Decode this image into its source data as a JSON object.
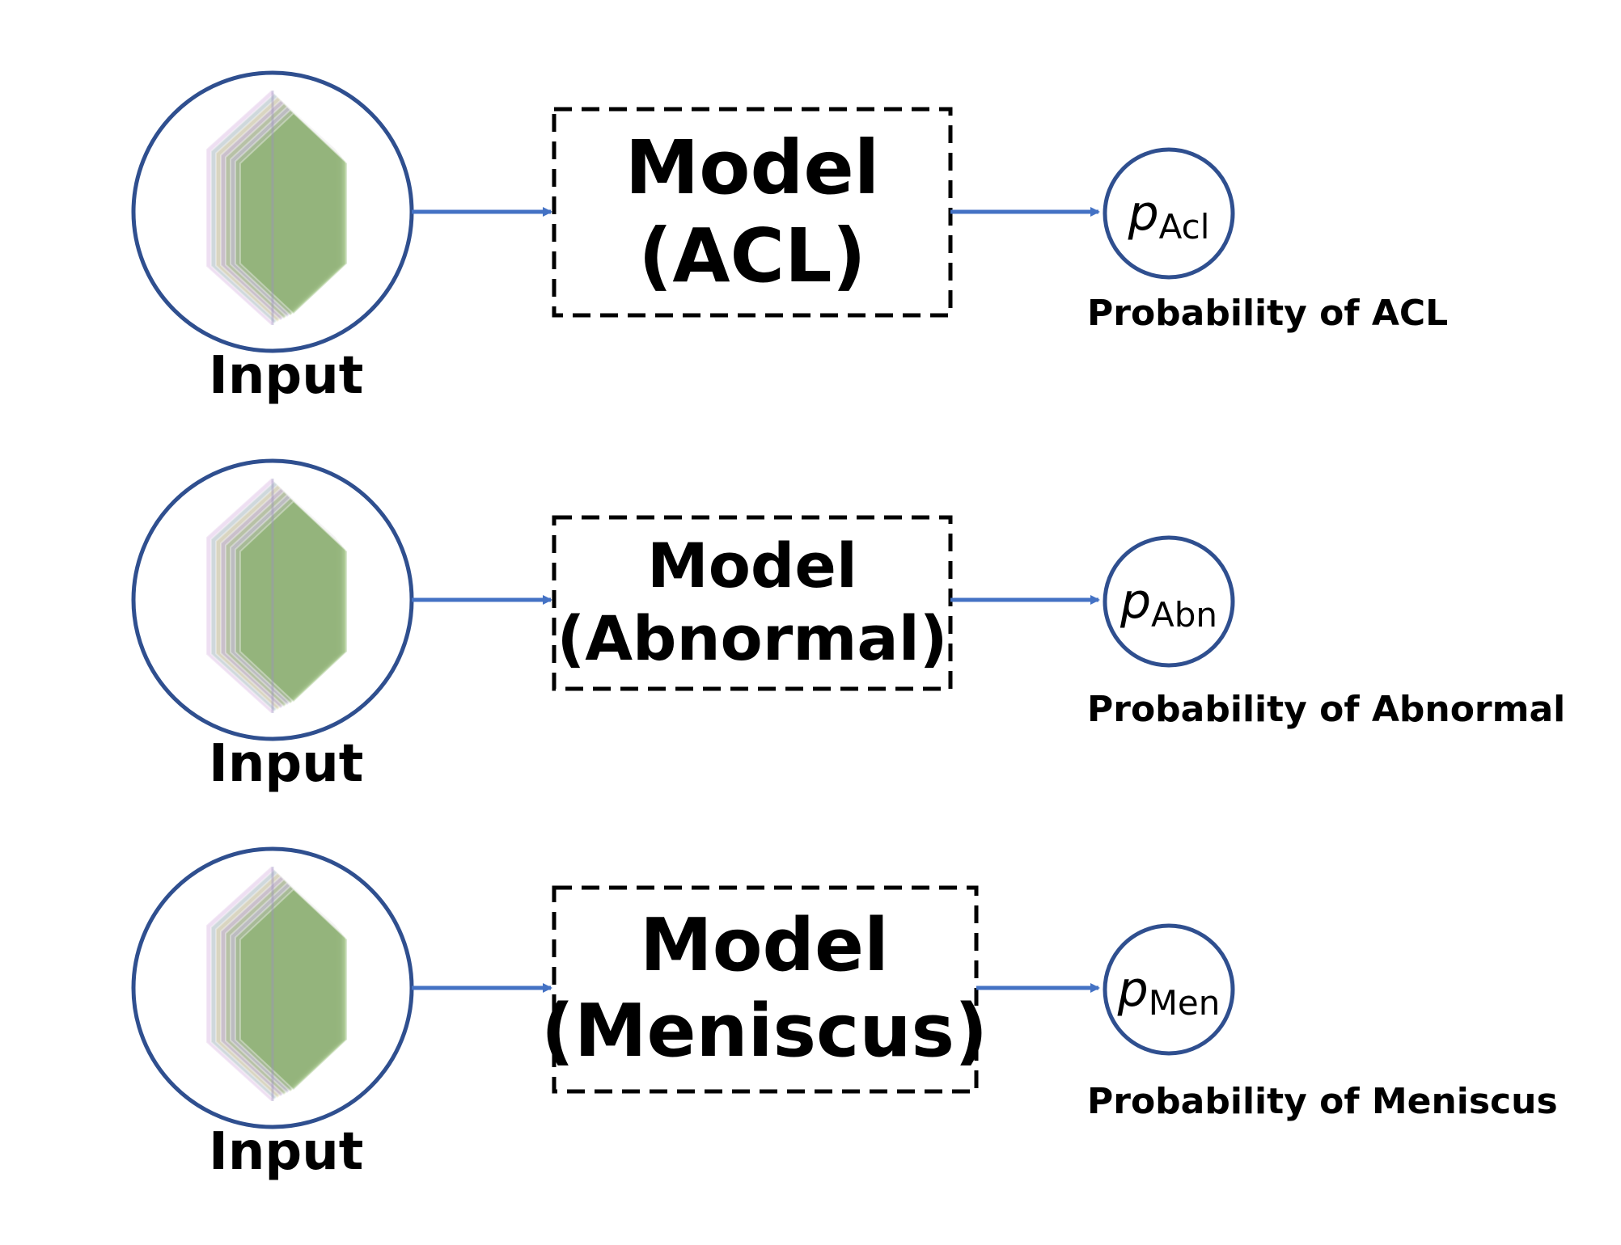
{
  "colors": {
    "circle_stroke": "#2f4f8f",
    "arrow": "#4472c4",
    "box_stroke": "#000000",
    "volume_fill": "#7fae5a"
  },
  "rows": [
    {
      "input_label": "Input",
      "model_line1": "Model",
      "model_line2": "(ACL)",
      "output_symbol": "p",
      "output_subscript": "Acl",
      "probability_label": "Probability of ACL"
    },
    {
      "input_label": "Input",
      "model_line1": "Model",
      "model_line2": "(Abnormal)",
      "output_symbol": "p",
      "output_subscript": "Abn",
      "probability_label": "Probability of Abnormal"
    },
    {
      "input_label": "Input",
      "model_line1": "Model",
      "model_line2": "(Meniscus)",
      "output_symbol": "p",
      "output_subscript": "Men",
      "probability_label": "Probability of Meniscus"
    }
  ]
}
